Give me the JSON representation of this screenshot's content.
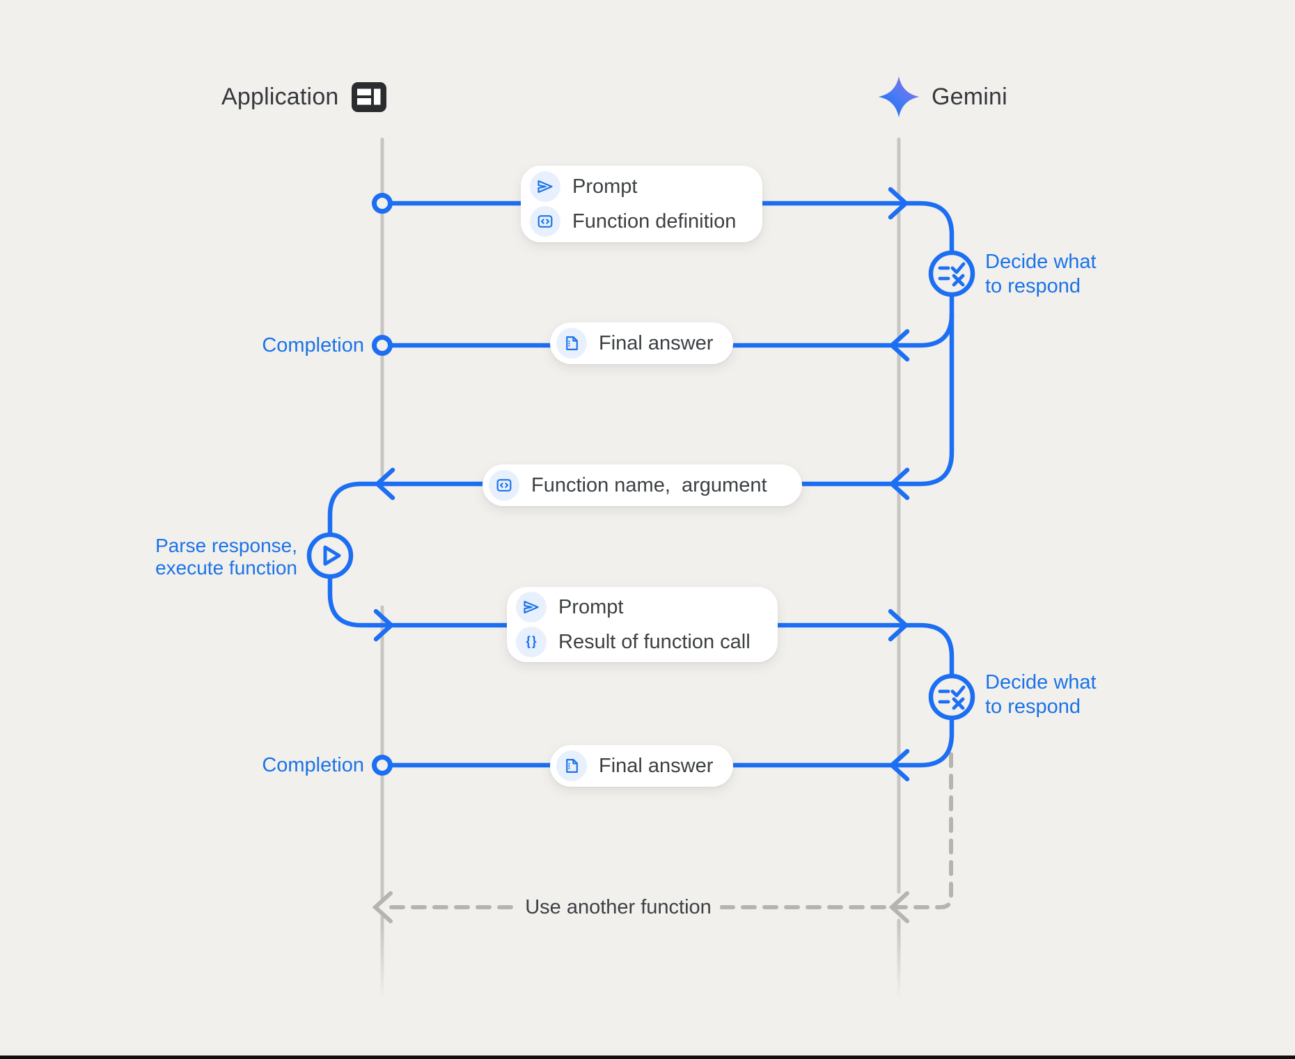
{
  "colors": {
    "background": "#f2f0ed",
    "line_blue": "#1c6ef2",
    "label_blue": "#1a73e8",
    "text_dark": "#3c4043",
    "lifeline_gray": "#c8c6c2",
    "dashed_gray": "#b6b4b1",
    "chip_blue": "#e8f0fe",
    "card_white": "#ffffff",
    "gemini_gradient_start": "#217bfe",
    "gemini_gradient_end": "#8b6ce8"
  },
  "header": {
    "application": {
      "title": "Application",
      "icon": "app-window-icon"
    },
    "gemini": {
      "title": "Gemini",
      "icon": "gemini-sparkle-icon"
    }
  },
  "cards": {
    "prompt_function_definition": {
      "rows": [
        {
          "icon": "send-icon",
          "label": "Prompt"
        },
        {
          "icon": "code-box-icon",
          "label": "Function definition"
        }
      ]
    },
    "final_answer_1": {
      "icon": "document-icon",
      "label": "Final answer"
    },
    "function_name_argument": {
      "icon": "code-box-icon",
      "label": "Function name,  argument"
    },
    "prompt_result": {
      "rows": [
        {
          "icon": "send-icon",
          "label": "Prompt"
        },
        {
          "icon": "braces-icon",
          "label": "Result of function call"
        }
      ]
    },
    "final_answer_2": {
      "icon": "document-icon",
      "label": "Final answer"
    }
  },
  "labels": {
    "completion_1": "Completion",
    "completion_2": "Completion",
    "decide_1": {
      "line1": "Decide what",
      "line2": "to respond"
    },
    "decide_2": {
      "line1": "Decide what",
      "line2": "to respond"
    },
    "parse": {
      "line1": "Parse response,",
      "line2": "execute function"
    },
    "use_another_function": "Use another function"
  },
  "flow_icons": {
    "decide": "checklist-rule-icon",
    "parse": "play-circle-icon"
  }
}
